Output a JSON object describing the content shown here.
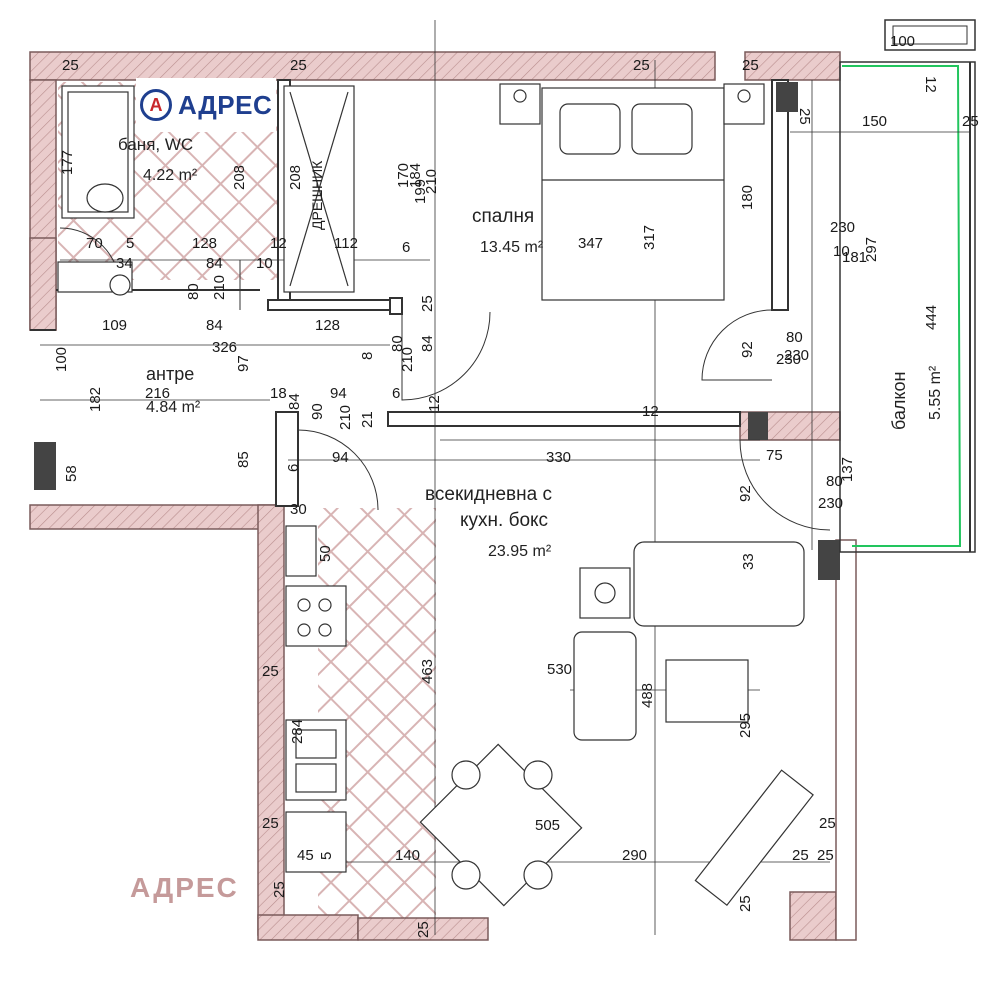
{
  "logo": {
    "mark": "A",
    "text": "АДРЕС"
  },
  "watermark": "АДРЕС",
  "colors": {
    "wall_fill": "#e6c9c9",
    "wall_line": "#7a5b5b",
    "balcony_line": "#22c55e",
    "line": "#333333"
  },
  "rooms": {
    "bath_name": "баня, WC",
    "bath_area": "4.22 m²",
    "storage_name": "ДРЕШНИК",
    "bedroom_name": "спалня",
    "bedroom_area": "13.45 m²",
    "entrance_name": "антре",
    "entrance_area": "4.84 m²",
    "living_name_1": "всекидневна с",
    "living_name_2": "кухн. бокс",
    "living_area": "23.95 m²",
    "balcony_name": "балкон",
    "balcony_area": "5.55 m²"
  },
  "dimensions": [
    "25",
    "25",
    "25",
    "25",
    "100",
    "12",
    "25",
    "150",
    "25",
    "177",
    "208",
    "208",
    "112",
    "6",
    "317",
    "347",
    "180",
    "70",
    "5",
    "128",
    "12",
    "34",
    "84",
    "10",
    "80",
    "210",
    "109",
    "84",
    "128",
    "25",
    "326",
    "97",
    "8",
    "80",
    "210",
    "84",
    "100",
    "216",
    "182",
    "18",
    "94",
    "6",
    "92",
    "230",
    "84",
    "90",
    "210",
    "21",
    "12",
    "12",
    "330",
    "75",
    "137",
    "58",
    "85",
    "94",
    "6",
    "92",
    "80",
    "230",
    "30",
    "50",
    "33",
    "25",
    "463",
    "530",
    "488",
    "295",
    "284",
    "25",
    "505",
    "25",
    "45",
    "5",
    "140",
    "290",
    "25",
    "25",
    "25",
    "25",
    "25",
    "181",
    "230",
    "10",
    "297",
    "444",
    "80",
    "230",
    "184",
    "170",
    "210",
    "199"
  ]
}
